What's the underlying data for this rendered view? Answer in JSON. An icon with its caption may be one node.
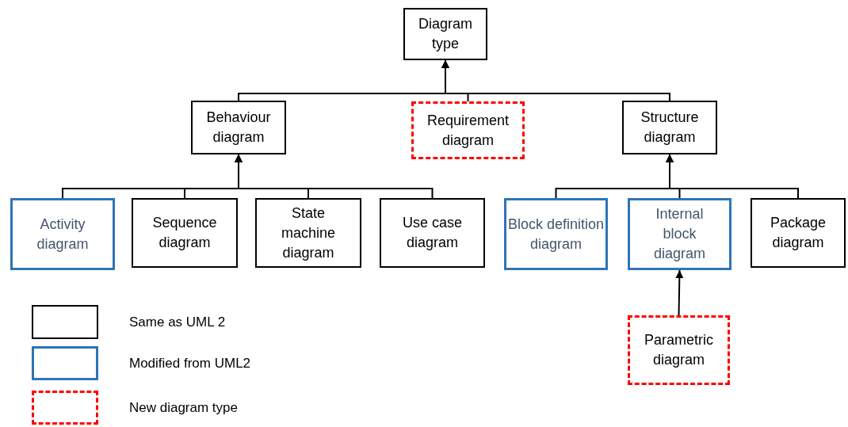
{
  "diagram": {
    "nodes": [
      {
        "text": [
          "Diagram type"
        ]
      },
      {
        "text": [
          "Behaviour diagram"
        ]
      },
      {
        "text": [
          "Requirement diagram"
        ]
      },
      {
        "text": [
          "Structure diagram"
        ]
      },
      {
        "text": [
          "Activity diagram"
        ]
      },
      {
        "text": [
          "Sequence diagram"
        ]
      },
      {
        "text": [
          "State machine diagram"
        ]
      },
      {
        "text": [
          "Use case diagram"
        ]
      },
      {
        "text": [
          "Block definition diagram"
        ]
      },
      {
        "text": [
          "Internal block diagram"
        ]
      },
      {
        "text": [
          "Package diagram"
        ]
      },
      {
        "text": [
          "Parametric diagram"
        ]
      }
    ],
    "edges": [
      {
        "from": 1,
        "to": 0,
        "arrow": "to"
      },
      {
        "from": 2,
        "to": 0,
        "arrow": "to"
      },
      {
        "from": 3,
        "to": 0,
        "arrow": "to"
      },
      {
        "from": 4,
        "to": 1,
        "arrow": "to"
      },
      {
        "from": 5,
        "to": 1,
        "arrow": "to"
      },
      {
        "from": 6,
        "to": 1,
        "arrow": "to"
      },
      {
        "from": 7,
        "to": 1,
        "arrow": "to"
      },
      {
        "from": 8,
        "to": 3,
        "arrow": "to"
      },
      {
        "from": 9,
        "to": 3,
        "arrow": "to"
      },
      {
        "from": 10,
        "to": 3,
        "arrow": "to"
      },
      {
        "from": 11,
        "to": 9,
        "arrow": "to"
      }
    ],
    "legend": [
      {
        "text": "Same as UML 2"
      },
      {
        "text": "Modified from UML2"
      },
      {
        "text": "New diagram type"
      }
    ]
  }
}
